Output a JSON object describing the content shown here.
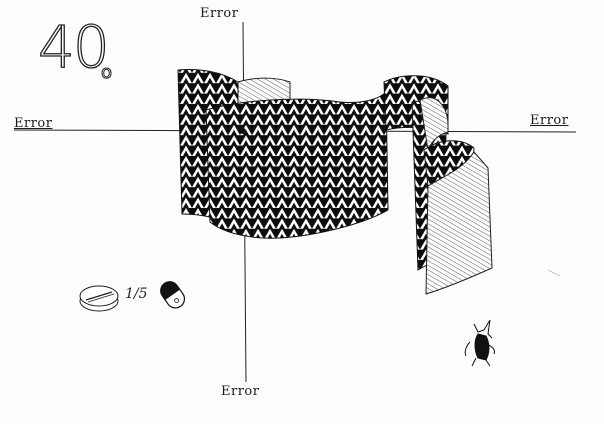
{
  "axes": {
    "top_label": "Error",
    "left_label": "Error",
    "right_label": "Error",
    "bottom_label": "Error"
  },
  "corner_number": "40",
  "corner_suffix": "o",
  "pill_ratio": "1/5",
  "icons": [
    "pill-tablet-icon",
    "capsule-icon",
    "fox-creature-icon"
  ],
  "colors": {
    "ink": "#1a1a1a",
    "paper": "#fdfdfd"
  }
}
